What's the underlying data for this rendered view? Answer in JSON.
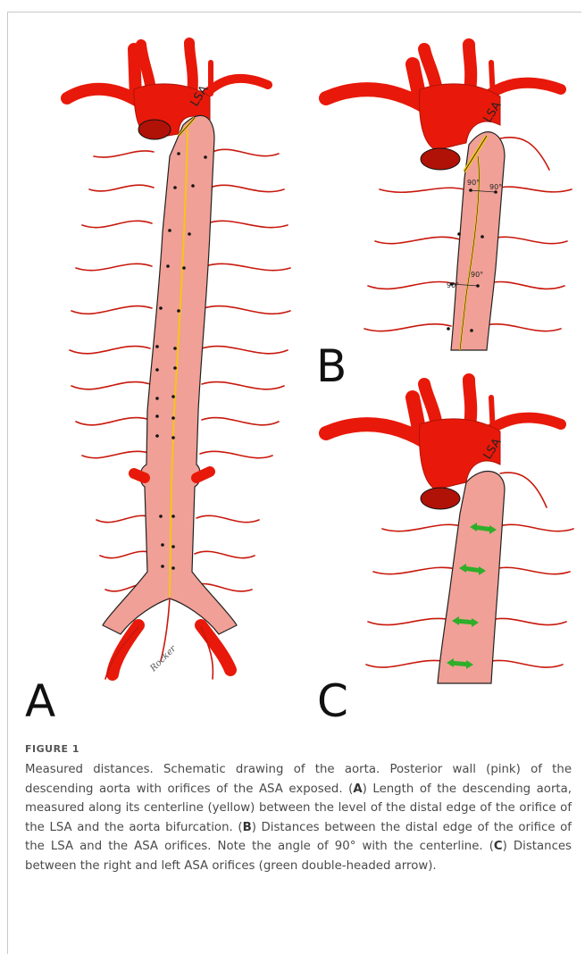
{
  "figure": {
    "label": "FIGURE 1",
    "panels": {
      "a": "A",
      "b": "B",
      "c": "C"
    },
    "vessel_label": "LSA",
    "angle_label": "90°",
    "signature": "Rocker",
    "colors": {
      "artery": "#e8190a",
      "aorta_wall": "#f0a096",
      "centerline": "#f5c518",
      "arrow": "#2fae2a"
    }
  },
  "caption": {
    "p1": "Measured distances. Schematic drawing of the aorta. Posterior wall (pink) of the descending aorta with orifices of the ASA exposed. (",
    "a": "A",
    "p2": ") Length of the descending aorta, measured along its centerline (yellow) between the level of the distal edge of the orifice of the LSA and the aorta bifurcation. (",
    "b": "B",
    "p3": ") Distances between the distal edge of the orifice of the LSA and the ASA orifices. Note the angle of 90° with the centerline. (",
    "c": "C",
    "p4": ") Distances between the right and left ASA orifices (green double-headed arrow)."
  }
}
